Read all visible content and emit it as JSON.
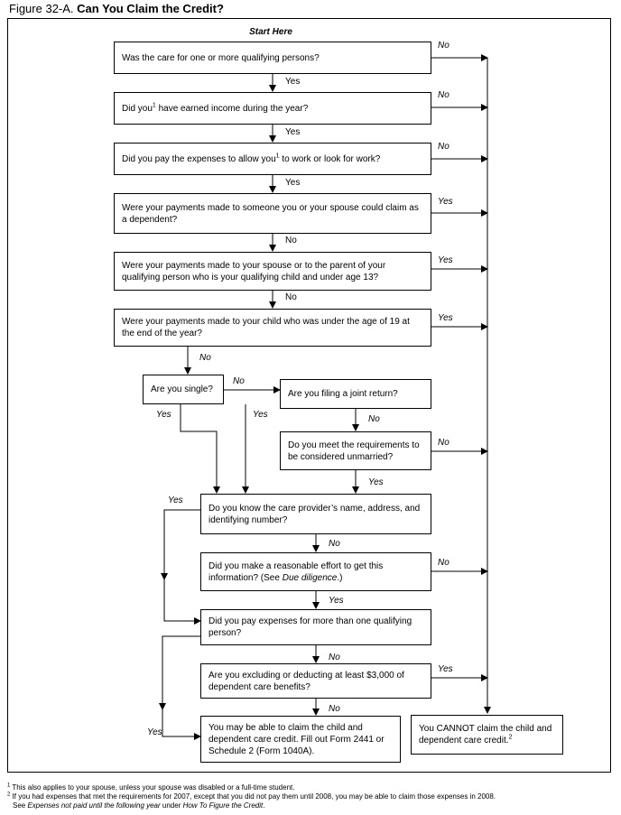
{
  "figure": {
    "number": "Figure 32-A.",
    "title": "Can You Claim the Credit?"
  },
  "start_label": "Start Here",
  "questions": {
    "q1": "Was the care for one or more qualifying persons?",
    "q2a": "Did you",
    "q2b": "have earned income during the year?",
    "q3a": "Did you pay the expenses to allow you",
    "q3b": "to work or look for work?",
    "q4": "Were your payments made to someone you or your spouse could claim as a dependent?",
    "q5": "Were your payments made to your spouse or to the parent of your qualifying person who is your qualifying child and under age 13?",
    "q6": "Were your payments made to your child who was under the age of 19 at the end of the year?",
    "q7": "Are you single?",
    "q8": "Are you filing a joint return?",
    "q9": "Do you meet the requirements to be considered unmarried?",
    "q10": "Do you know the care provider’s name, address, and identifying number?",
    "q11a": "Did you make a reasonable effort to get this information? (See ",
    "q11b": "Due diligence",
    "q11c": ".)",
    "q12": "Did you pay expenses for more than one qualifying person?",
    "q13": "Are you excluding or deducting at least $3,000 of dependent care benefits?"
  },
  "results": {
    "may_claim": "You may be able to claim the child and dependent care credit. Fill out Form 2441 or Schedule 2 (Form 1040A).",
    "cannot_claim": "You CANNOT claim the child and dependent care credit."
  },
  "labels": {
    "yes": "Yes",
    "no": "No"
  },
  "footnote_marks": {
    "one": "1",
    "two": "2"
  },
  "footnotes": {
    "f1": "This also applies to your spouse, unless your spouse was disabled or a full-time student.",
    "f2": "If you had expenses that met the requirements for 2007, except that you did not pay them until 2008, you may be able to claim those expenses in 2008.",
    "f2b_italic": "Expenses not paid until the following year",
    "f2b_mid": " under ",
    "f2b_italic2": "How To Figure the Credit",
    "f2b_end": ".",
    "f2b_see": "See "
  }
}
